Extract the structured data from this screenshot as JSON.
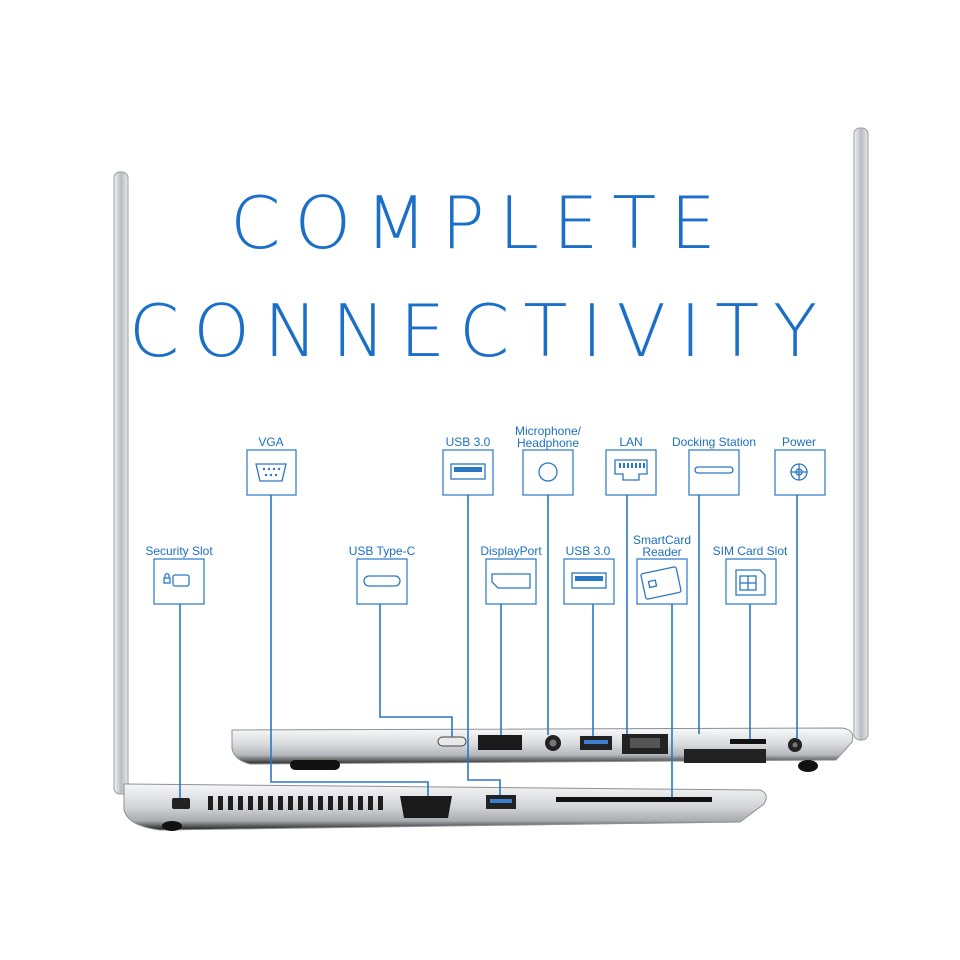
{
  "title": {
    "line1": "COMPLETE",
    "line2": "CONNECTIVITY"
  },
  "ports": {
    "vga": "VGA",
    "usb30_top": "USB 3.0",
    "mic_line1": "Microphone/",
    "mic_line2": "Headphone",
    "lan": "LAN",
    "docking": "Docking Station",
    "power": "Power",
    "security": "Security Slot",
    "usbc": "USB Type-C",
    "displayport": "DisplayPort",
    "usb30_mid": "USB 3.0",
    "smartcard_line1": "SmartCard",
    "smartcard_line2": "Reader",
    "sim": "SIM Card Slot"
  },
  "colors": {
    "accent": "#1c6fc9",
    "laptop_silver": "#c9ccd0",
    "laptop_dark": "#1a1a1a"
  }
}
